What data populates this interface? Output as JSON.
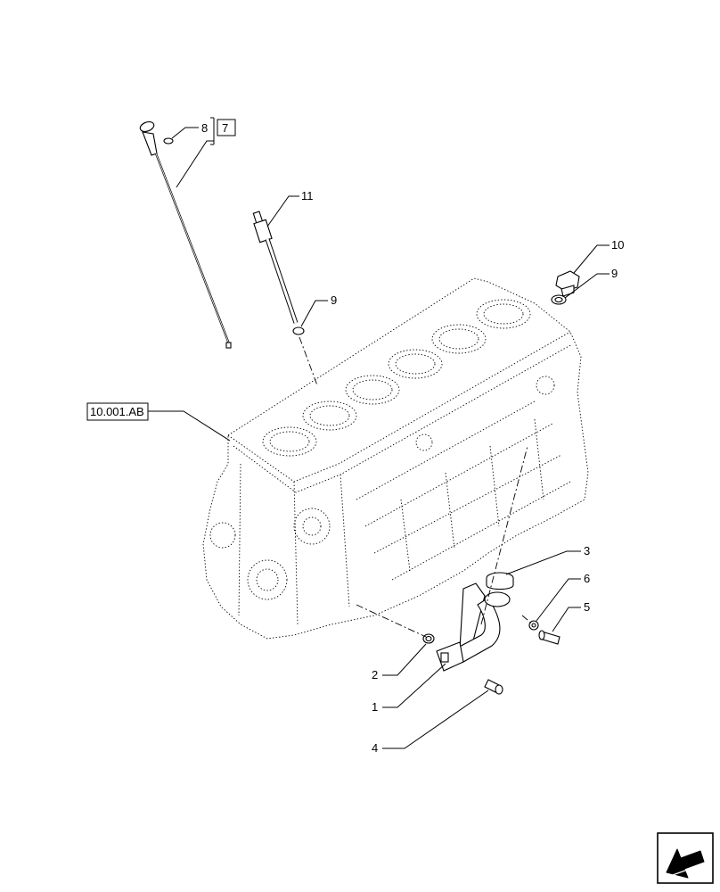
{
  "callouts": {
    "c1": "1",
    "c2": "2",
    "c3": "3",
    "c4": "4",
    "c5": "5",
    "c6": "6",
    "c7": "7",
    "c8": "8",
    "c9a": "9",
    "c9b": "9",
    "c10": "10",
    "c11": "11"
  },
  "reference": {
    "label": "10.001.AB"
  },
  "nav": {
    "icon": "return-arrow-icon"
  }
}
